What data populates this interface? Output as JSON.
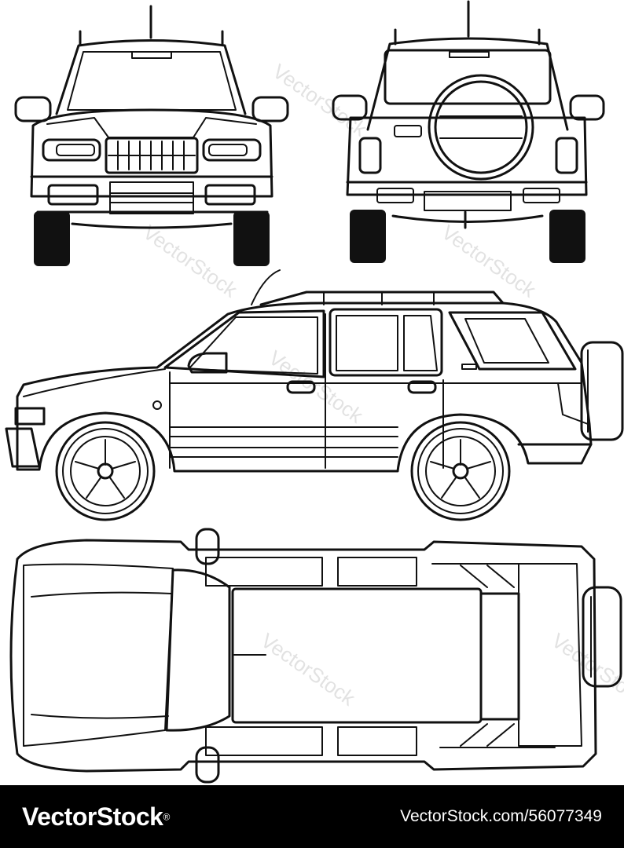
{
  "watermark": {
    "text": "VectorStock"
  },
  "views": [
    {
      "name": "front-view"
    },
    {
      "name": "rear-view"
    },
    {
      "name": "side-view"
    },
    {
      "name": "top-view"
    }
  ],
  "footer": {
    "brand": "VectorStock",
    "registered_mark": "®",
    "image_id": "VectorStock.com/56077349",
    "background": "#000000",
    "text_color": "#ffffff"
  },
  "colors": {
    "ink": "#111111",
    "paper": "#ffffff",
    "watermark": "#cccccc"
  }
}
